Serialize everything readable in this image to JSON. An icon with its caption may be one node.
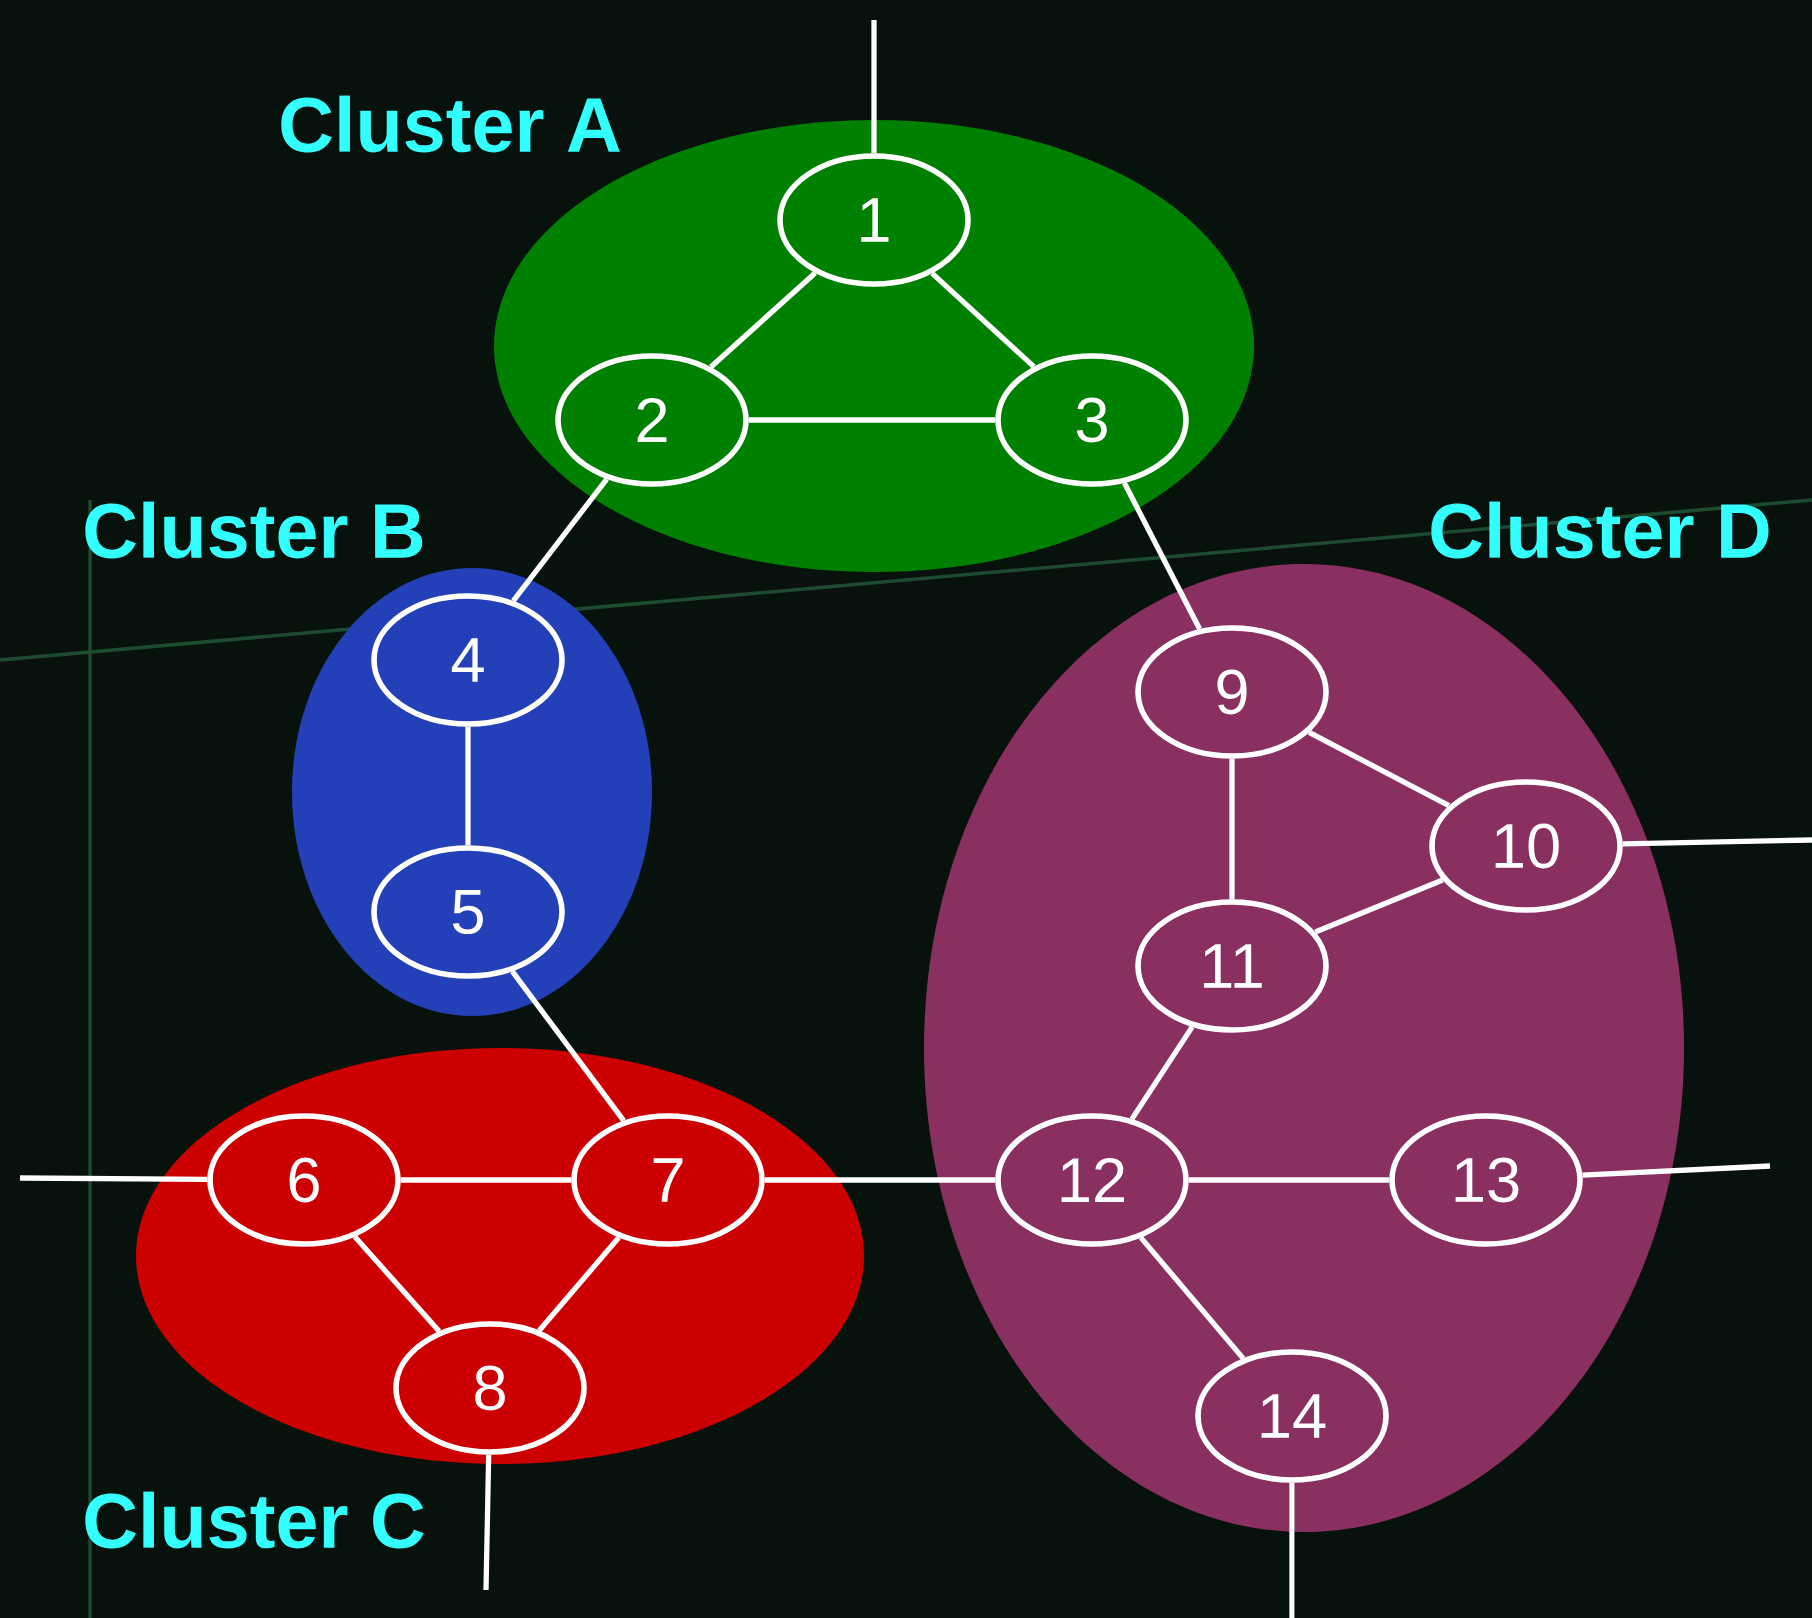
{
  "diagram": {
    "nodes": [
      {
        "text": [
          "Cluster A"
        ]
      },
      {
        "text": [
          "1"
        ],
        "in": 0
      },
      {
        "text": [
          "2"
        ],
        "in": 0
      },
      {
        "text": [
          "3"
        ],
        "in": 0
      },
      {
        "text": [
          "Cluster B"
        ]
      },
      {
        "text": [
          "4"
        ],
        "in": 4
      },
      {
        "text": [
          "5"
        ],
        "in": 4
      },
      {
        "text": [
          "Cluster C"
        ]
      },
      {
        "text": [
          "6"
        ],
        "in": 7
      },
      {
        "text": [
          "7"
        ],
        "in": 7
      },
      {
        "text": [
          "8"
        ],
        "in": 7
      },
      {
        "text": [
          "Cluster D"
        ]
      },
      {
        "text": [
          "9"
        ],
        "in": 11
      },
      {
        "text": [
          "10"
        ],
        "in": 11
      },
      {
        "text": [
          "11"
        ],
        "in": 11
      },
      {
        "text": [
          "12"
        ],
        "in": 11
      },
      {
        "text": [
          "13"
        ],
        "in": 11
      },
      {
        "text": [
          "14"
        ],
        "in": 11
      }
    ],
    "edges": [
      {
        "from": 1,
        "to": null,
        "arrow": "none"
      },
      {
        "from": 1,
        "to": 2,
        "arrow": "none"
      },
      {
        "from": 1,
        "to": 3,
        "arrow": "none"
      },
      {
        "from": 2,
        "to": 3,
        "arrow": "none"
      },
      {
        "from": 2,
        "to": 5,
        "arrow": "none"
      },
      {
        "from": 5,
        "to": 6,
        "arrow": "none"
      },
      {
        "from": 6,
        "to": 9,
        "arrow": "none"
      },
      {
        "from": 8,
        "to": null,
        "arrow": "none"
      },
      {
        "from": 8,
        "to": 9,
        "arrow": "none"
      },
      {
        "from": 8,
        "to": 10,
        "arrow": "none"
      },
      {
        "from": 9,
        "to": 10,
        "arrow": "none"
      },
      {
        "from": 10,
        "to": null,
        "arrow": "none"
      },
      {
        "from": 9,
        "to": 15,
        "arrow": "none"
      },
      {
        "from": 3,
        "to": 12,
        "arrow": "none"
      },
      {
        "from": 12,
        "to": 13,
        "arrow": "none"
      },
      {
        "from": 12,
        "to": 14,
        "arrow": "none"
      },
      {
        "from": 13,
        "to": null,
        "arrow": "none"
      },
      {
        "from": 13,
        "to": 14,
        "arrow": "none"
      },
      {
        "from": 14,
        "to": 15,
        "arrow": "none"
      },
      {
        "from": 15,
        "to": 16,
        "arrow": "none"
      },
      {
        "from": 15,
        "to": 17,
        "arrow": "none"
      },
      {
        "from": 16,
        "to": null,
        "arrow": "none"
      },
      {
        "from": 17,
        "to": null,
        "arrow": "none"
      }
    ]
  }
}
